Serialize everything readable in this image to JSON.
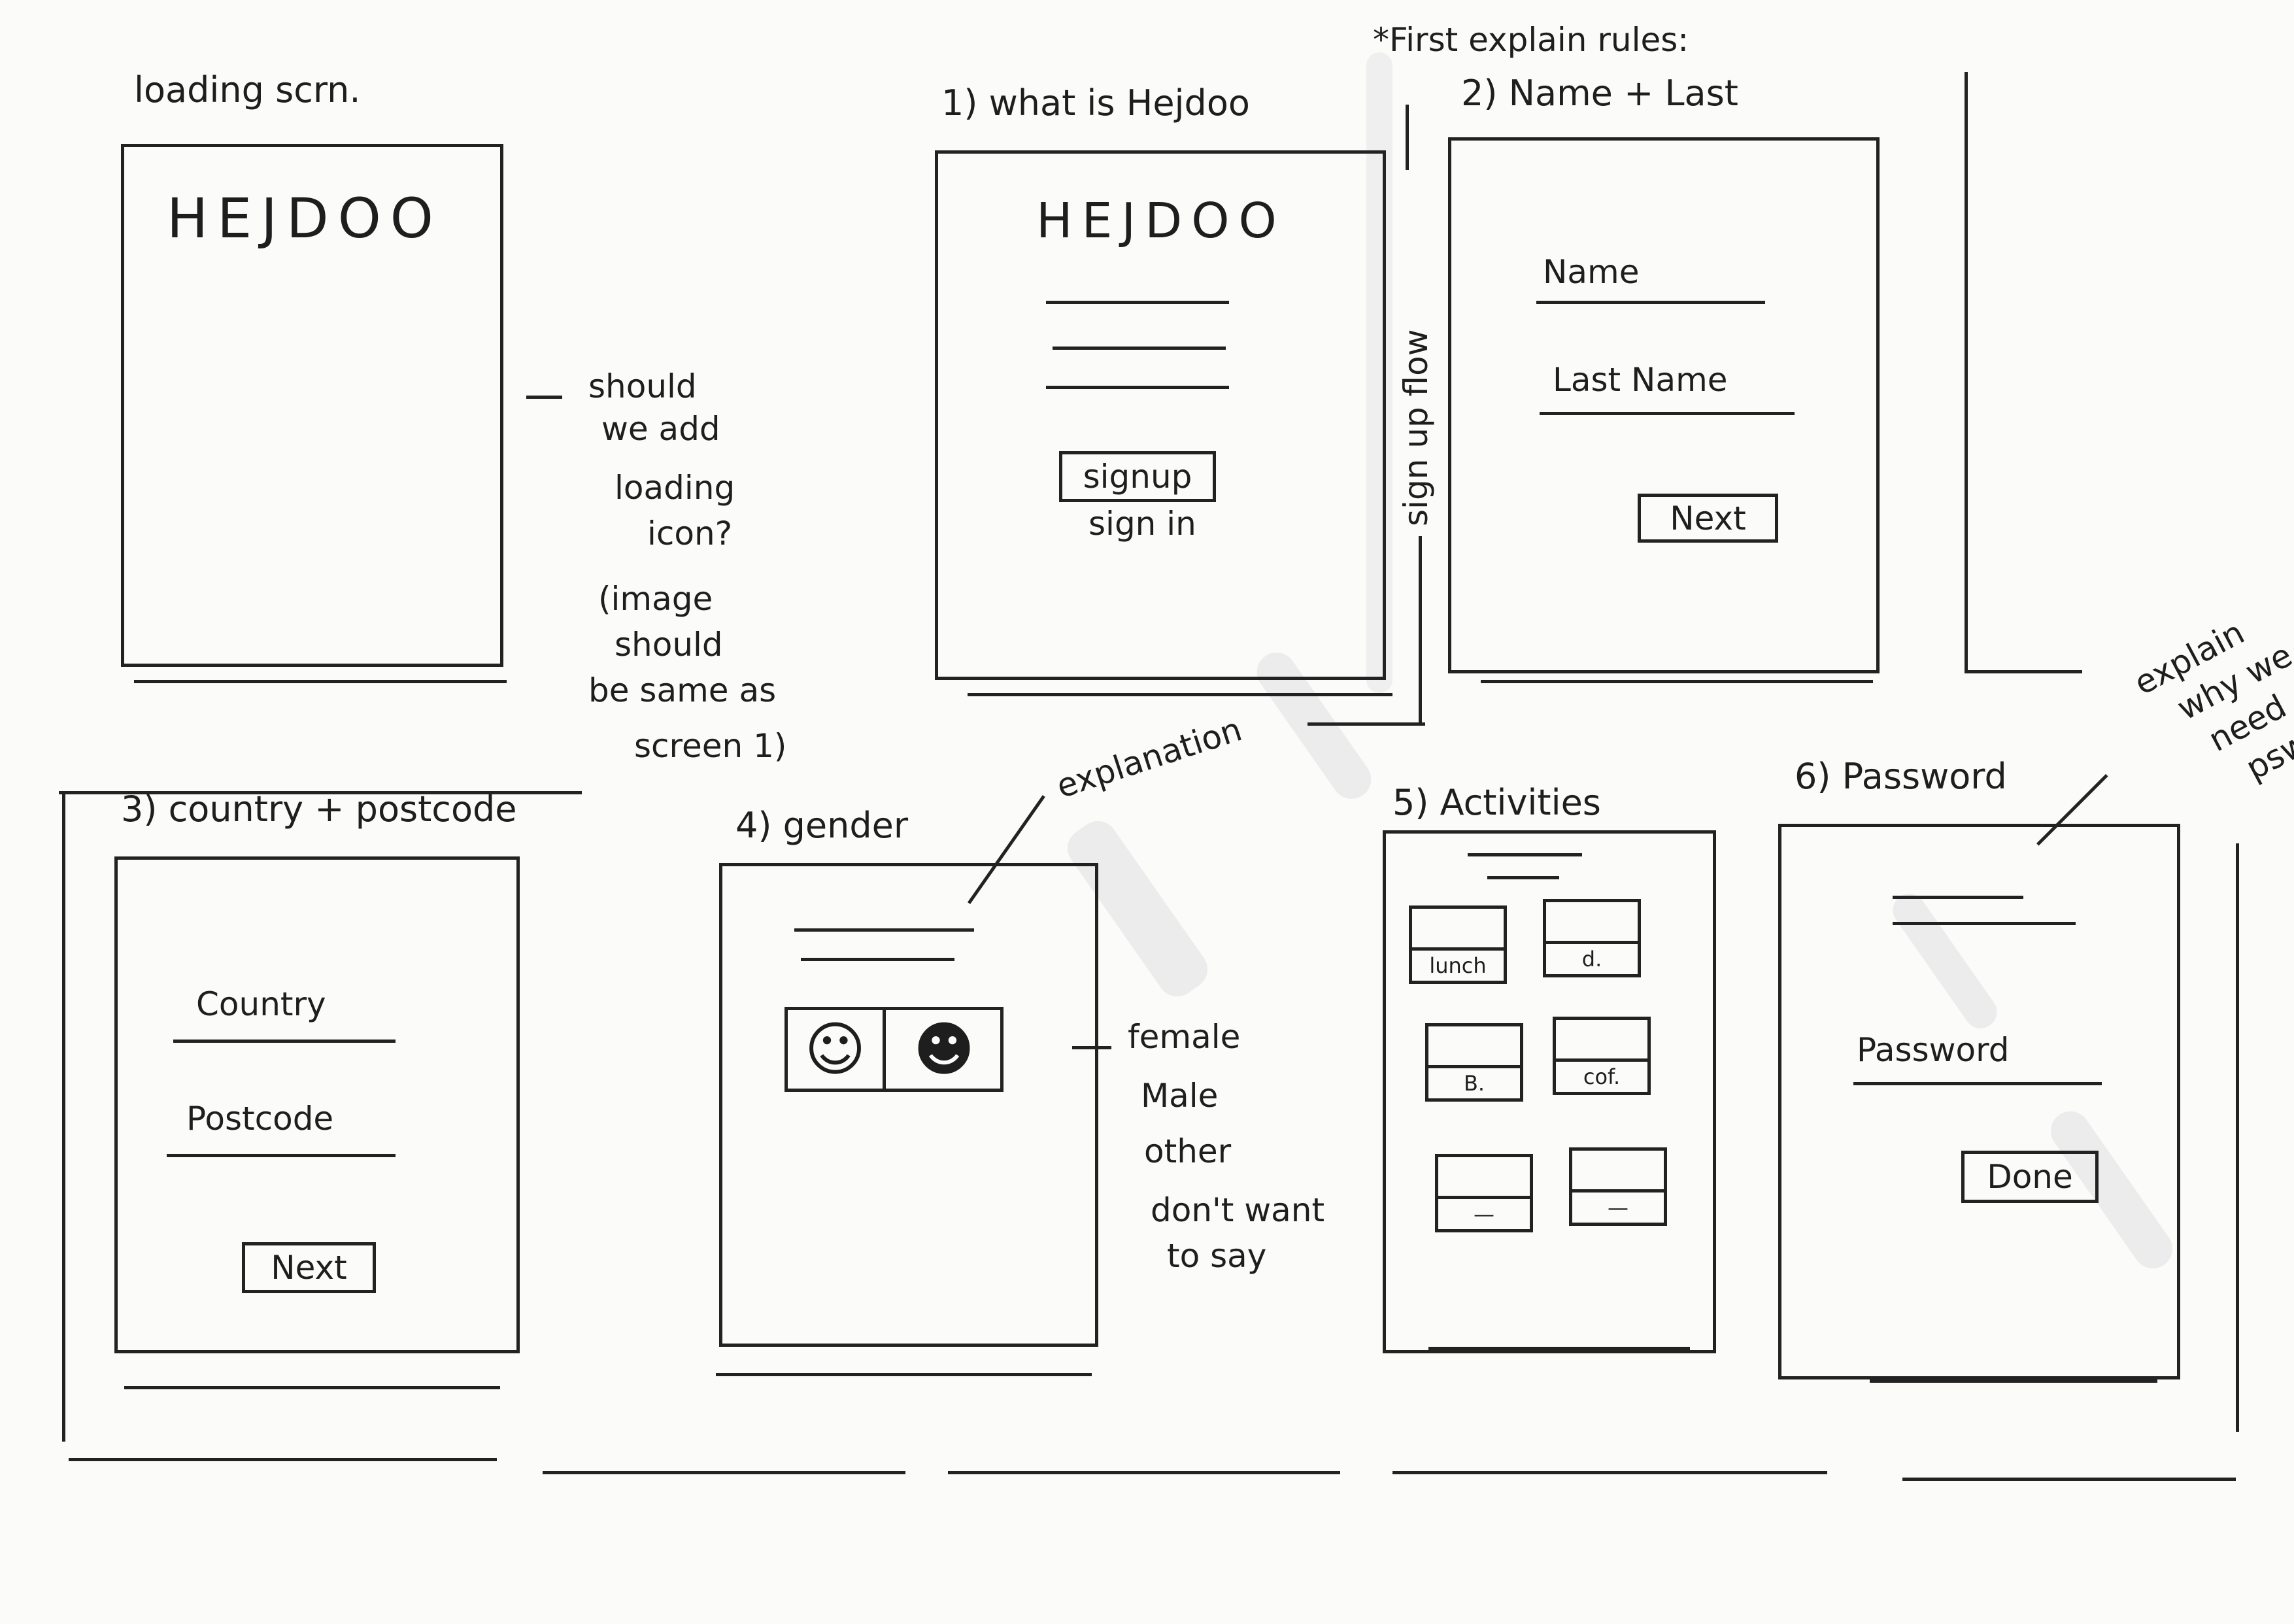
{
  "labels": {
    "loading": "loading scrn.",
    "screen1": "1) what is Hejdoo",
    "first_explain": "*First explain rules:",
    "screen2": "2) Name + Last",
    "screen3": "3) country + postcode",
    "screen4": "4) gender",
    "screen5": "5) Activities",
    "screen6": "6) Password"
  },
  "notes": {
    "loading_icon": [
      "should",
      "we add",
      "loading",
      "icon?"
    ],
    "image_same": [
      "(image",
      "should",
      "be same as",
      "screen 1)"
    ],
    "sign_up_flow": "sign up flow",
    "explanation": "explanation",
    "gender_options": [
      "female",
      "Male",
      "other",
      "don't want",
      "to say"
    ],
    "explain_password": [
      "explain",
      "why we",
      "need",
      "pswd."
    ]
  },
  "logo": "HEJDOO",
  "screen1": {
    "signup": "signup",
    "signin": "sign in"
  },
  "screen2": {
    "name": "Name",
    "last_name": "Last Name",
    "next": "Next"
  },
  "screen3": {
    "country": "Country",
    "postcode": "Postcode",
    "next": "Next"
  },
  "screen5": {
    "tiles": [
      "lunch",
      "d.",
      "B.",
      "cof.",
      "—",
      "—"
    ]
  },
  "screen6": {
    "password": "Password",
    "done": "Done"
  },
  "icons": {
    "male": "male-face-icon",
    "female": "female-face-icon"
  }
}
